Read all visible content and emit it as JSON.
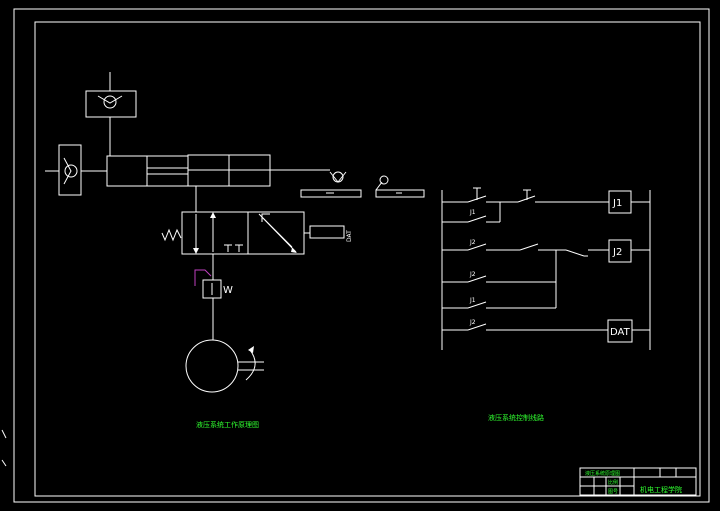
{
  "hydraulic": {
    "solenoid_label": "DAT",
    "pressure_label": "W",
    "caption": "液压系统工作原理图"
  },
  "circuit": {
    "coils": [
      "J1",
      "J2",
      "DAT"
    ],
    "contacts": [
      "J1",
      "J2",
      "J2",
      "J1",
      "J2"
    ],
    "caption": "液压系统控制线路"
  },
  "title_block": {
    "row1": "液压系统原理图",
    "row2": "比例",
    "row3": "图号",
    "school": "机电工程学院"
  }
}
